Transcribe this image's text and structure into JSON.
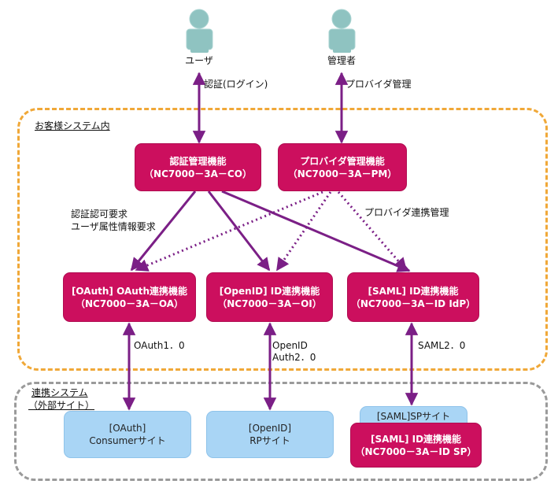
{
  "actors": {
    "user": {
      "label": "ユーザ",
      "icon": "user-icon"
    },
    "admin": {
      "label": "管理者",
      "icon": "admin-icon"
    }
  },
  "groups": {
    "internal": {
      "label": "お客様システム内"
    },
    "external": {
      "label_line1": "連携システム",
      "label_line2": "（外部サイト）"
    }
  },
  "nodes": {
    "auth_mgmt": {
      "line1": "認証管理機能",
      "line2": "（NC7000－3A－CO）"
    },
    "provider_mgmt": {
      "line1": "プロバイダ管理機能",
      "line2": "（NC7000－3A－PM）"
    },
    "oauth": {
      "line1": "[OAuth] OAuth連携機能",
      "line2": "（NC7000－3A－OA）"
    },
    "openid": {
      "line1": "[OpenID] ID連携機能",
      "line2": "（NC7000－3A－OI）"
    },
    "saml_idp": {
      "line1": "[SAML] ID連携機能",
      "line2": "（NC7000－3A－ID IdP）"
    },
    "oauth_consumer": {
      "line1": "[OAuth]",
      "line2": "Consumerサイト"
    },
    "openid_rp": {
      "line1": "[OpenID]",
      "line2": "RPサイト"
    },
    "saml_sp_site": {
      "line1": "[SAML]SPサイト"
    },
    "saml_sp": {
      "line1": "[SAML] ID連携機能",
      "line2": "（NC7000－3A－ID SP）"
    }
  },
  "edge_labels": {
    "login": "認証(ログイン)",
    "provider_mgmt": "プロバイダ管理",
    "auth_request_1": "認証認可要求",
    "auth_request_2": "ユーザ属性情報要求",
    "provider_link_mgmt": "プロバイダ連携管理",
    "oauth_proto": "OAuth1．0",
    "openid_proto_1": "OpenID",
    "openid_proto_2": "Auth2．0",
    "saml_proto": "SAML2．0"
  },
  "colors": {
    "accent_pink": "#cc0f5e",
    "arrow_purple": "#7b1f86",
    "site_blue": "#a9d5f5",
    "actor_teal": "#8fc3c1",
    "internal_border": "#f0a838",
    "external_border": "#9a9a9a"
  }
}
